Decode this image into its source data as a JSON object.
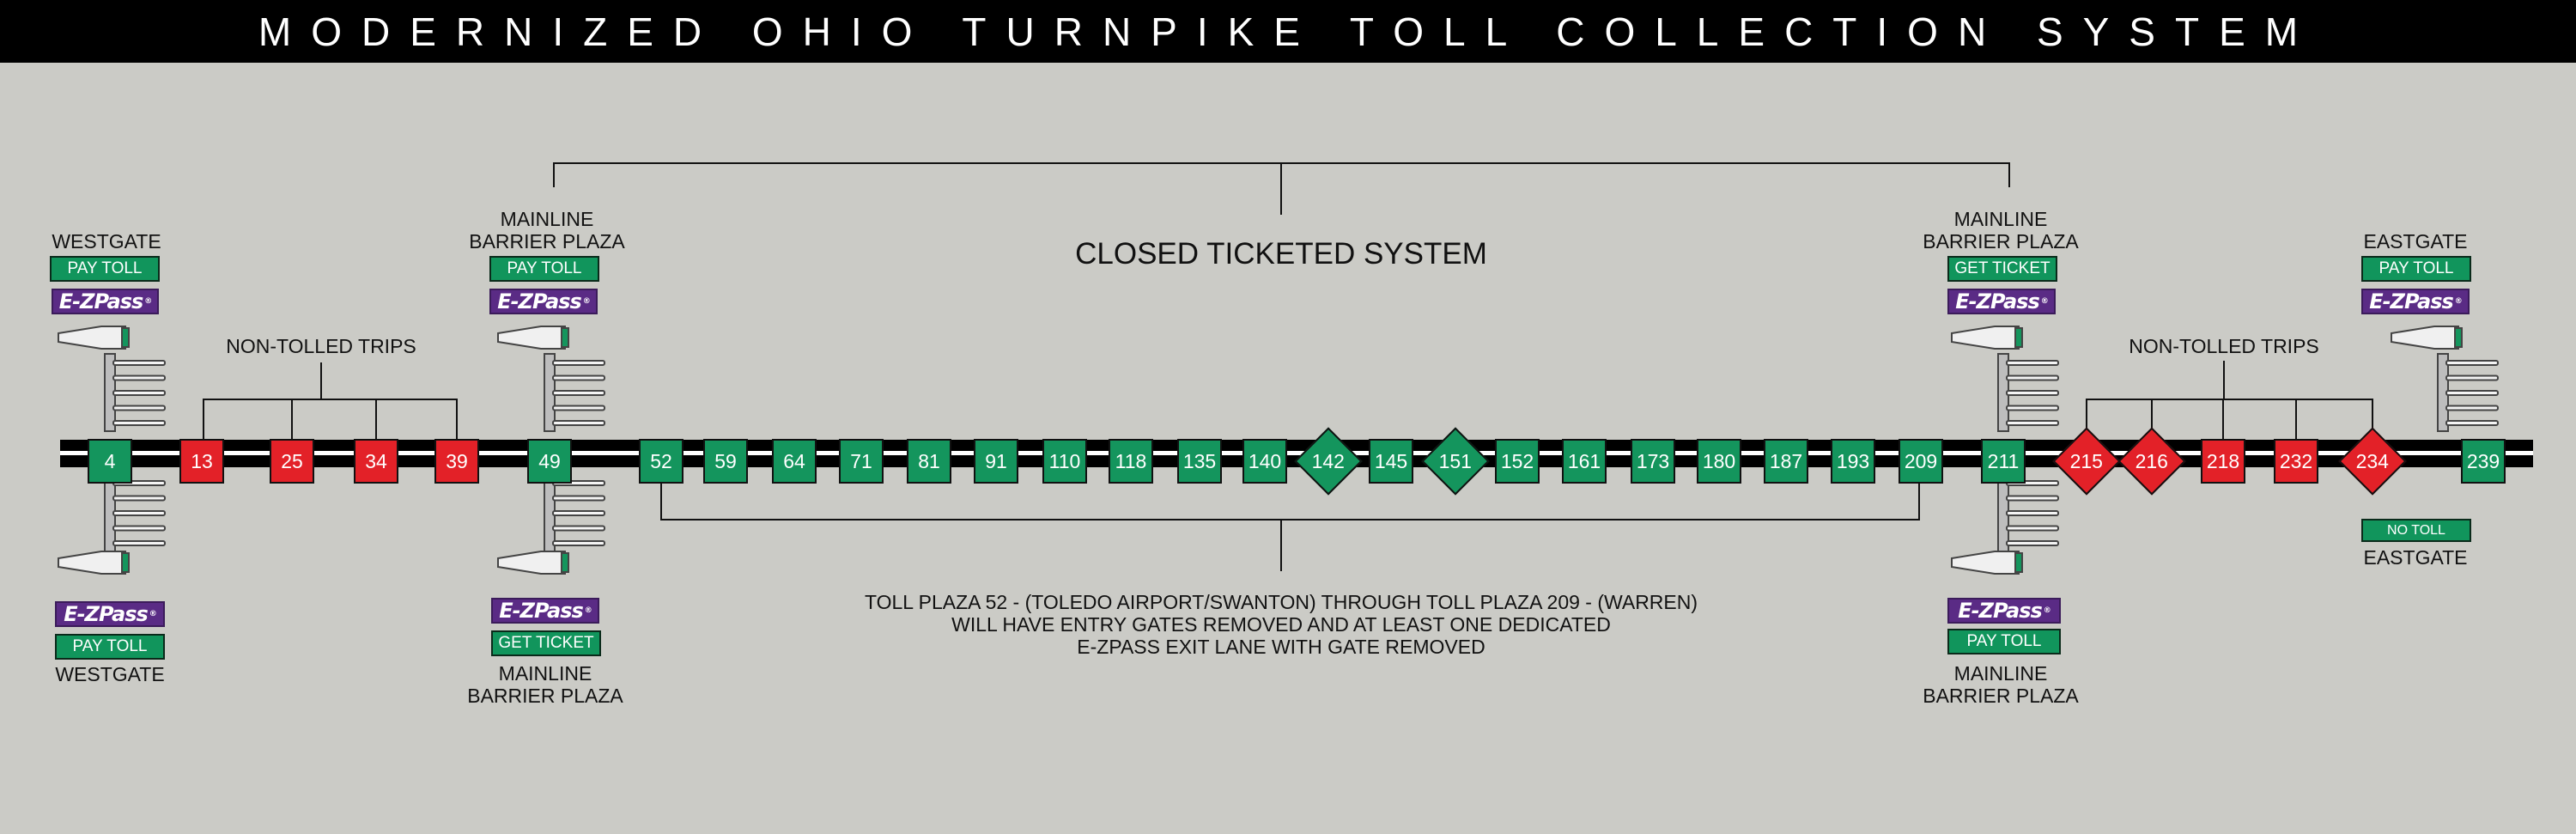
{
  "title": "MODERNIZED OHIO TURNPIKE TOLL COLLECTION SYSTEM",
  "closed_system_label": "CLOSED TICKETED SYSTEM",
  "non_tolled_label": "NON-TOLLED TRIPS",
  "ezpass_label": "E-ZPass",
  "note_lines": [
    "TOLL PLAZA 52 - (TOLEDO AIRPORT/SWANTON) THROUGH TOLL PLAZA 209 - (WARREN)",
    "WILL HAVE ENTRY GATES REMOVED AND AT LEAST ONE DEDICATED",
    "E-ZPASS EXIT LANE WITH GATE REMOVED"
  ],
  "barriers": {
    "westgate_top": {
      "name": "WESTGATE",
      "action": "PAY TOLL"
    },
    "westgate_bottom": {
      "name": "WESTGATE",
      "action": "PAY TOLL"
    },
    "mainline_west_top": {
      "name_lines": [
        "MAINLINE",
        "BARRIER PLAZA"
      ],
      "action": "PAY TOLL"
    },
    "mainline_west_bottom": {
      "name_lines": [
        "MAINLINE",
        "BARRIER PLAZA"
      ],
      "action": "GET TICKET"
    },
    "mainline_east_top": {
      "name_lines": [
        "MAINLINE",
        "BARRIER PLAZA"
      ],
      "action": "GET TICKET"
    },
    "mainline_east_bottom": {
      "name_lines": [
        "MAINLINE",
        "BARRIER PLAZA"
      ],
      "action": "PAY TOLL"
    },
    "eastgate_top": {
      "name": "EASTGATE",
      "action": "PAY TOLL"
    },
    "eastgate_bottom": {
      "name": "EASTGATE",
      "action": "NO TOLL"
    }
  },
  "plazas": [
    {
      "num": "4",
      "color": "green",
      "shape": "square"
    },
    {
      "num": "13",
      "color": "red",
      "shape": "square"
    },
    {
      "num": "25",
      "color": "red",
      "shape": "square"
    },
    {
      "num": "34",
      "color": "red",
      "shape": "square"
    },
    {
      "num": "39",
      "color": "red",
      "shape": "square"
    },
    {
      "num": "49",
      "color": "green",
      "shape": "square"
    },
    {
      "num": "52",
      "color": "green",
      "shape": "square"
    },
    {
      "num": "59",
      "color": "green",
      "shape": "square"
    },
    {
      "num": "64",
      "color": "green",
      "shape": "square"
    },
    {
      "num": "71",
      "color": "green",
      "shape": "square"
    },
    {
      "num": "81",
      "color": "green",
      "shape": "square"
    },
    {
      "num": "91",
      "color": "green",
      "shape": "square"
    },
    {
      "num": "110",
      "color": "green",
      "shape": "square"
    },
    {
      "num": "118",
      "color": "green",
      "shape": "square"
    },
    {
      "num": "135",
      "color": "green",
      "shape": "square"
    },
    {
      "num": "140",
      "color": "green",
      "shape": "square"
    },
    {
      "num": "142",
      "color": "green",
      "shape": "diamond"
    },
    {
      "num": "145",
      "color": "green",
      "shape": "square"
    },
    {
      "num": "151",
      "color": "green",
      "shape": "diamond"
    },
    {
      "num": "152",
      "color": "green",
      "shape": "square"
    },
    {
      "num": "161",
      "color": "green",
      "shape": "square"
    },
    {
      "num": "173",
      "color": "green",
      "shape": "square"
    },
    {
      "num": "180",
      "color": "green",
      "shape": "square"
    },
    {
      "num": "187",
      "color": "green",
      "shape": "square"
    },
    {
      "num": "193",
      "color": "green",
      "shape": "square"
    },
    {
      "num": "209",
      "color": "green",
      "shape": "square"
    },
    {
      "num": "211",
      "color": "green",
      "shape": "square"
    },
    {
      "num": "215",
      "color": "red",
      "shape": "diamond"
    },
    {
      "num": "216",
      "color": "red",
      "shape": "diamond"
    },
    {
      "num": "218",
      "color": "red",
      "shape": "square"
    },
    {
      "num": "232",
      "color": "red",
      "shape": "square"
    },
    {
      "num": "234",
      "color": "red",
      "shape": "diamond"
    },
    {
      "num": "239",
      "color": "green",
      "shape": "square"
    }
  ],
  "colors": {
    "background": "#cbcbc6",
    "green": "#14955d",
    "red": "#e32128",
    "ezpass_purple": "#5a2b85",
    "road": "#000000"
  }
}
